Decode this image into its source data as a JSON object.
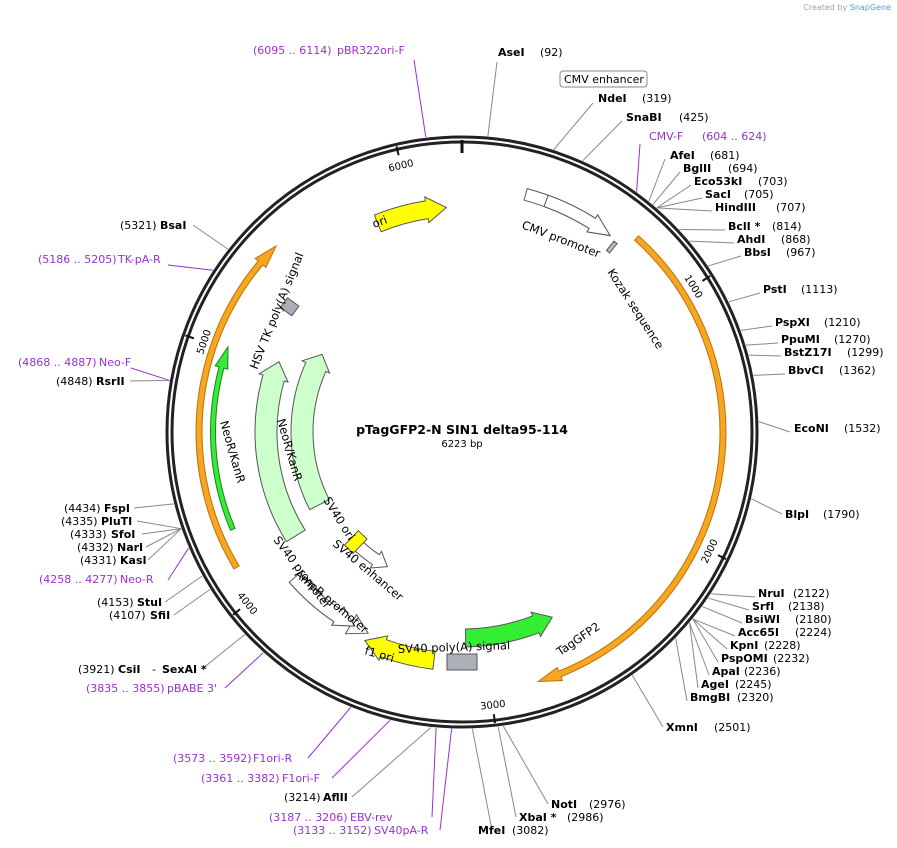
{
  "brand": {
    "created_by": "Created by",
    "name": "SnapGene"
  },
  "plasmid": {
    "name": "pTagGFP2-N SIN1 delta95-114",
    "length_label": "6223 bp",
    "length": 6223
  },
  "ticks": [
    "1000",
    "2000",
    "3000",
    "4000",
    "5000",
    "6000"
  ],
  "features": [
    {
      "name": "CMV enhancer",
      "boxed": true
    },
    {
      "name": "CMV promoter"
    },
    {
      "name": "Kozak sequence"
    },
    {
      "name": "TagGFP2"
    },
    {
      "name": "SV40 poly(A) signal"
    },
    {
      "name": "f1 ori"
    },
    {
      "name": "AmpR promoter"
    },
    {
      "name": "SV40 promoter"
    },
    {
      "name": "SV40 enhancer"
    },
    {
      "name": "SV40 ori"
    },
    {
      "name": "NeoR/KanR"
    },
    {
      "name": "NeoR/KanR"
    },
    {
      "name": "HSV TK poly(A) signal"
    },
    {
      "name": "ori"
    }
  ],
  "enzymes": [
    {
      "name": "AseI",
      "pos": "(92)"
    },
    {
      "name": "NdeI",
      "pos": "(319)"
    },
    {
      "name": "SnaBI",
      "pos": "(425)"
    },
    {
      "name": "AfeI",
      "pos": "(681)"
    },
    {
      "name": "BglII",
      "pos": "(694)"
    },
    {
      "name": "Eco53kI",
      "pos": "(703)"
    },
    {
      "name": "SacI",
      "pos": "(705)"
    },
    {
      "name": "HindIII",
      "pos": "(707)"
    },
    {
      "name": "BclI *",
      "pos": "(814)"
    },
    {
      "name": "AhdI",
      "pos": "(868)"
    },
    {
      "name": "BbsI",
      "pos": "(967)"
    },
    {
      "name": "PstI",
      "pos": "(1113)"
    },
    {
      "name": "PspXI",
      "pos": "(1210)"
    },
    {
      "name": "PpuMI",
      "pos": "(1270)"
    },
    {
      "name": "BstZ17I",
      "pos": "(1299)"
    },
    {
      "name": "BbvCI",
      "pos": "(1362)"
    },
    {
      "name": "EcoNI",
      "pos": "(1532)"
    },
    {
      "name": "BlpI",
      "pos": "(1790)"
    },
    {
      "name": "NruI",
      "pos": "(2122)"
    },
    {
      "name": "SrfI",
      "pos": "(2138)"
    },
    {
      "name": "BsiWI",
      "pos": "(2180)"
    },
    {
      "name": "Acc65I",
      "pos": "(2224)"
    },
    {
      "name": "KpnI",
      "pos": "(2228)"
    },
    {
      "name": "PspOMI",
      "pos": "(2232)"
    },
    {
      "name": "ApaI",
      "pos": "(2236)"
    },
    {
      "name": "AgeI",
      "pos": "(2245)"
    },
    {
      "name": "BmgBI",
      "pos": "(2320)"
    },
    {
      "name": "XmnI",
      "pos": "(2501)"
    },
    {
      "name": "NotI",
      "pos": "(2976)"
    },
    {
      "name": "XbaI *",
      "pos": "(2986)"
    },
    {
      "name": "MfeI",
      "pos": "(3082)"
    },
    {
      "name": "AflII",
      "pos": "(3214)"
    },
    {
      "name": "CsiI",
      "pos": "(3921)"
    },
    {
      "name": "SexAI *",
      "pos": ""
    },
    {
      "name": "SfiI",
      "pos": "(4107)"
    },
    {
      "name": "StuI",
      "pos": "(4153)"
    },
    {
      "name": "KasI",
      "pos": "(4331)"
    },
    {
      "name": "NarI",
      "pos": "(4332)"
    },
    {
      "name": "SfoI",
      "pos": "(4333)"
    },
    {
      "name": "PluTI",
      "pos": "(4335)"
    },
    {
      "name": "FspI",
      "pos": "(4434)"
    },
    {
      "name": "RsrII",
      "pos": "(4848)"
    },
    {
      "name": "BsaI",
      "pos": "(5321)"
    }
  ],
  "sexai_dash": "-",
  "primers": [
    {
      "name": "pBR322ori-F",
      "range": "(6095 .. 6114)"
    },
    {
      "name": "CMV-F",
      "range": "(604 .. 624)"
    },
    {
      "name": "TK-pA-R",
      "range": "(5186 .. 5205)"
    },
    {
      "name": "Neo-F",
      "range": "(4868 .. 4887)"
    },
    {
      "name": "Neo-R",
      "range": "(4258 .. 4277)"
    },
    {
      "name": "pBABE 3'",
      "range": "(3835 .. 3855)"
    },
    {
      "name": "F1ori-R",
      "range": "(3573 .. 3592)"
    },
    {
      "name": "F1ori-F",
      "range": "(3361 .. 3382)"
    },
    {
      "name": "EBV-rev",
      "range": "(3187 .. 3206)"
    },
    {
      "name": "SV40pA-R",
      "range": "(3133 .. 3152)"
    }
  ],
  "colors": {
    "ring": "#222222",
    "primer": "#9b30d0",
    "ori": "#ffff00",
    "gfp": "#33ee33",
    "neo": "#ccffcc",
    "orf": "#f5a623",
    "polyA": "#a9b0b7",
    "promoter": "#ffffff"
  }
}
